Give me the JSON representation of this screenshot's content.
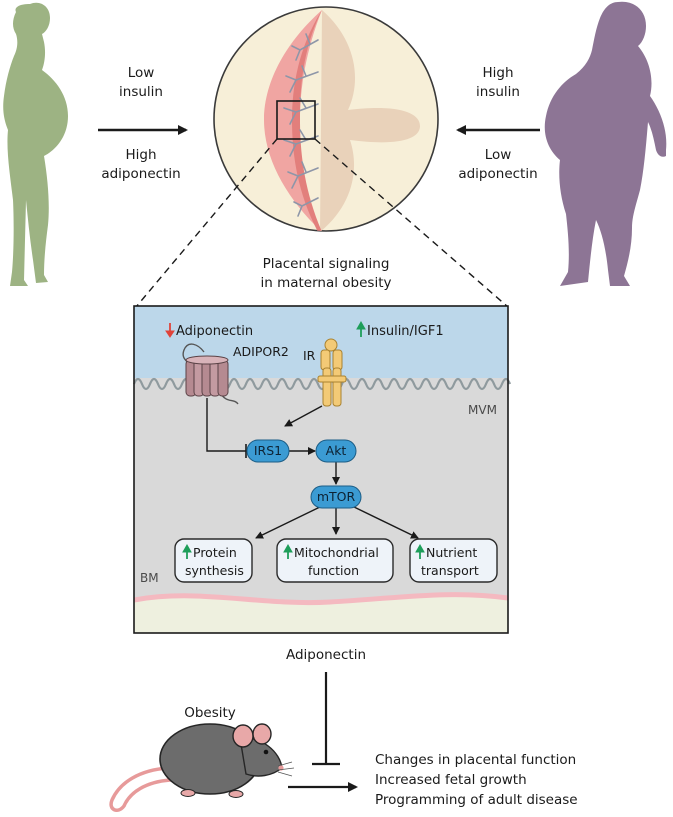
{
  "left_condition": {
    "line1": "Low",
    "line2": "insulin",
    "line3": "High",
    "line4": "adiponectin"
  },
  "right_condition": {
    "line1": "High",
    "line2": "insulin",
    "line3": "Low",
    "line4": "adiponectin"
  },
  "caption": {
    "line1": "Placental signaling",
    "line2": "in maternal obesity"
  },
  "signaling": {
    "adiponectin": "Adiponectin",
    "insulin": "Insulin/IGF1",
    "adipor2": "ADIPOR2",
    "ir": "IR",
    "mvm": "MVM",
    "bm": "BM",
    "irs1": "IRS1",
    "akt": "Akt",
    "mtor": "mTOR",
    "outputs": [
      {
        "line1": "Protein",
        "line2": "synthesis"
      },
      {
        "line1": "Mitochondrial",
        "line2": "function"
      },
      {
        "line1": "Nutrient",
        "line2": "transport"
      }
    ]
  },
  "bottom": {
    "adiponectin": "Adiponectin",
    "obesity": "Obesity",
    "effects": [
      "Changes in placental function",
      "Increased fetal growth",
      "Programming of adult disease"
    ]
  },
  "colors": {
    "left_woman": "#9db383",
    "right_woman": "#8d7595",
    "extracellular": "#bcd7ea",
    "cytoplasm": "#d9d9d9",
    "node_blue": "#3b9bd3",
    "output_box": "#eef3f9",
    "up_arrow": "#1e9e5a",
    "down_arrow": "#e0433a",
    "receptor_ir": "#f3ca76",
    "receptor_adipor2": "#b58a91",
    "placenta": "#f0a5a2",
    "circle_bg": "#f7efd8"
  }
}
